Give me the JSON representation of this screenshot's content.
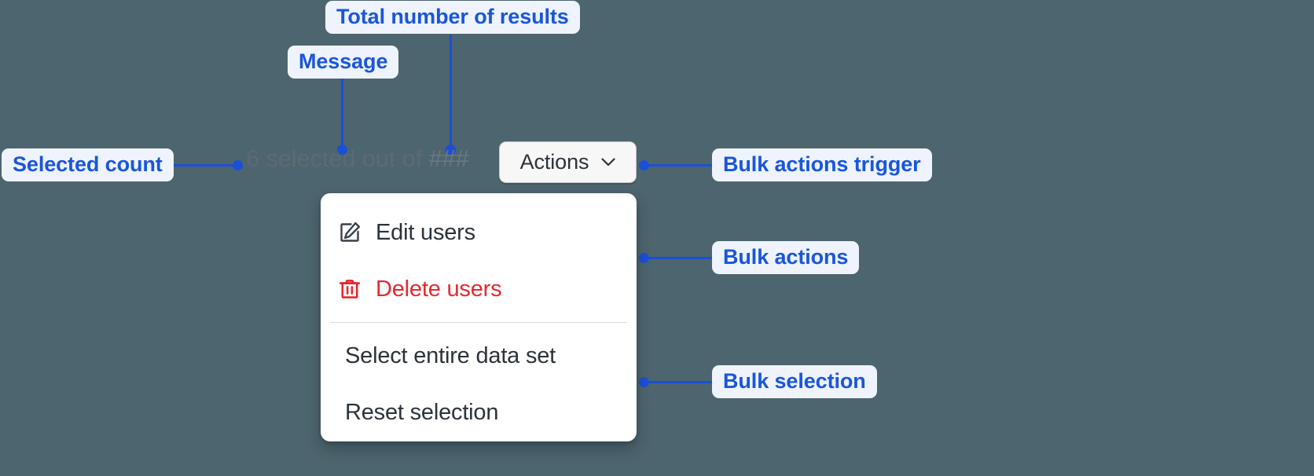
{
  "page": {
    "background_color": "#4d656e",
    "annotation_color": "#1b4fd8",
    "annotation_bg": "#eef3fe"
  },
  "annotations": [
    {
      "id": "total-results",
      "label": "Total number of results"
    },
    {
      "id": "message",
      "label": "Message"
    },
    {
      "id": "selected-count",
      "label": "Selected count"
    },
    {
      "id": "bulk-trigger",
      "label": "Bulk actions trigger"
    },
    {
      "id": "bulk-actions",
      "label": "Bulk actions"
    },
    {
      "id": "bulk-selection",
      "label": "Bulk selection"
    }
  ],
  "selection_bar": {
    "selected_count": "6",
    "message_text": "selected out of",
    "total_results": "###",
    "full_text": "6 selected out of ###"
  },
  "actions_button": {
    "label": "Actions",
    "icon": "chevron-down-icon",
    "background": "#f7f7f8",
    "text_color": "#2c333a"
  },
  "menu": {
    "actions_group": [
      {
        "label": "Edit users",
        "icon": "edit-pencil-square-icon",
        "color": "#2c333a"
      },
      {
        "label": "Delete users",
        "icon": "trash-icon",
        "color": "#e8272c"
      }
    ],
    "selection_group": [
      {
        "label": "Select entire data set",
        "icon": null,
        "color": "#2c333a"
      },
      {
        "label": "Reset selection",
        "icon": null,
        "color": "#2c333a"
      }
    ]
  }
}
